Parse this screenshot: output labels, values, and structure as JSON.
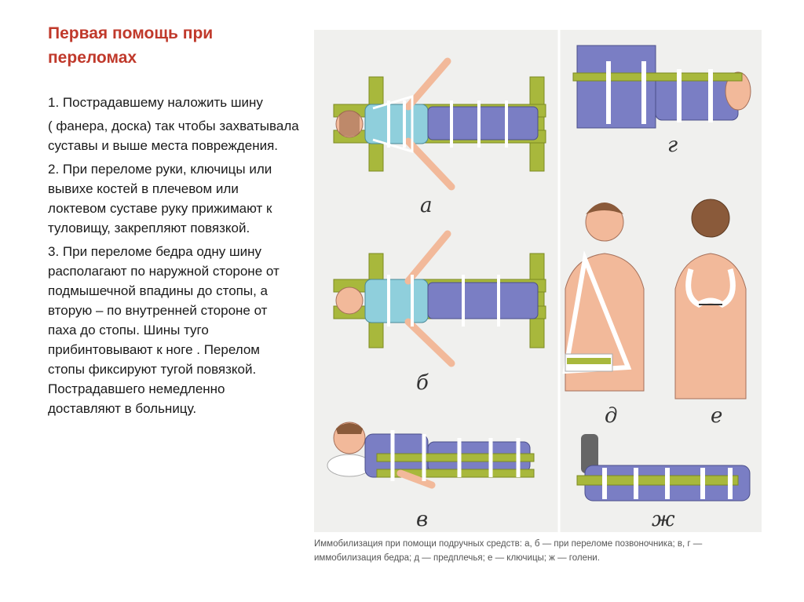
{
  "slide": {
    "title": "Первая помощь при\nпереломах",
    "paragraphs": [
      "1. Пострадавшему наложить шину",
      "( фанера, доска) так чтобы захватывала суставы и выше места повреждения.",
      "2. При переломе руки, ключицы или вывихе костей в плечевом или локтевом суставе руку прижимают к туловищу, закрепляют повязкой.",
      "3. При переломе бедра одну шину располагают по наружной стороне от подмышечной впадины до стопы, а вторую – по внутренней стороне от паха до стопы. Шины туго прибинтовывают к ноге . Перелом стопы фиксируют тугой повязкой. Пострадавшего немедленно доставляют в больницу."
    ]
  },
  "figure": {
    "panel_labels": [
      "а",
      "б",
      "в",
      "г",
      "д",
      "е",
      "ж"
    ],
    "caption_line1": "Иммобилизация при помощи подручных средств: а, б — при переломе позвоночника; в, г —",
    "caption_line2": "иммобилизация бедра; д — предплечья; е — ключицы; ж — голени."
  },
  "colors": {
    "title": "#c0392b",
    "splint": "#a8b83c",
    "skin": "#f2b99a",
    "bandage": "#ffffff",
    "shirt": "#8fcfdc",
    "pants": "#7a7ec4",
    "hair": "#8a5a3a"
  }
}
